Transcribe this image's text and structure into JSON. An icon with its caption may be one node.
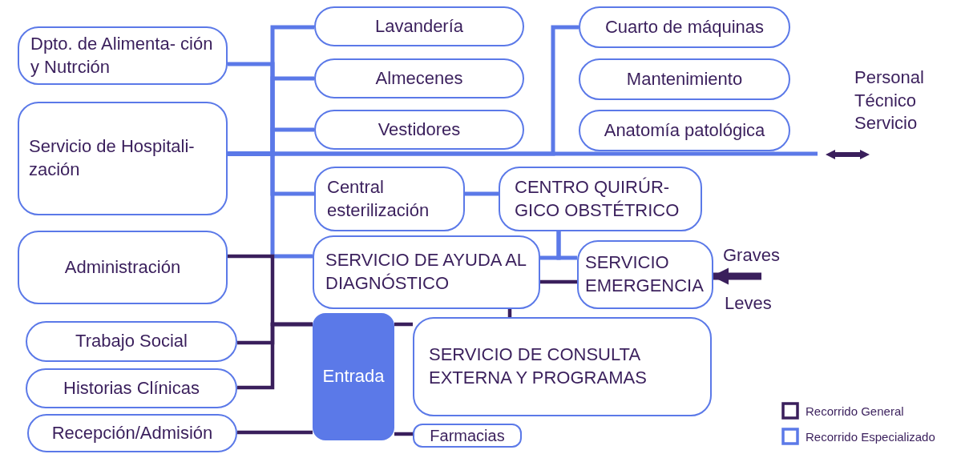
{
  "diagram": {
    "nodes": [
      {
        "text": [
          "Dpto. de Alimenta- ción y Nutrción"
        ]
      },
      {
        "text": [
          "Servicio de  Hospitali- zación"
        ]
      },
      {
        "text": [
          "Administración"
        ]
      },
      {
        "text": [
          "Trabajo Social"
        ]
      },
      {
        "text": [
          "Historias Clínicas"
        ]
      },
      {
        "text": [
          "Recepción/Admisión"
        ]
      },
      {
        "text": [
          "Lavandería"
        ]
      },
      {
        "text": [
          "Almecenes"
        ]
      },
      {
        "text": [
          "Vestidores"
        ]
      },
      {
        "text": [
          "Cuarto de máquinas"
        ]
      },
      {
        "text": [
          "Mantenimiento"
        ]
      },
      {
        "text": [
          "Anatomía patológica"
        ]
      },
      {
        "text": [
          "Personal Técnico Servicio"
        ]
      },
      {
        "text": [
          "Central esterilización"
        ]
      },
      {
        "text": [
          "CENTRO QUIRÚR- GICO OBSTÉTRICO"
        ]
      },
      {
        "text": [
          "SERVICIO DE AYUDA AL DIAGNÓSTICO"
        ]
      },
      {
        "text": [
          "SERVICIO EMERGENCIA"
        ]
      },
      {
        "text": [
          "Entrada"
        ]
      },
      {
        "text": [
          "SERVICIO DE CONSULTA EXTERNA Y PROGRAMAS"
        ]
      },
      {
        "text": [
          "Farmacias"
        ]
      }
    ],
    "edges": [
      {
        "from": 1,
        "to": 0,
        "arrow": "none"
      },
      {
        "from": 1,
        "to": 6,
        "arrow": "none"
      },
      {
        "from": 1,
        "to": 7,
        "arrow": "none"
      },
      {
        "from": 1,
        "to": 8,
        "arrow": "none"
      },
      {
        "from": 1,
        "to": 13,
        "arrow": "none"
      },
      {
        "from": 1,
        "to": 15,
        "arrow": "none"
      },
      {
        "from": 1,
        "to": 9,
        "arrow": "none"
      },
      {
        "from": 1,
        "to": null,
        "arrow": "none"
      },
      {
        "from": 13,
        "to": 14,
        "arrow": "none"
      },
      {
        "from": 14,
        "to": 15,
        "arrow": "none"
      },
      {
        "from": 14,
        "to": 16,
        "arrow": "none"
      },
      {
        "from": 15,
        "to": 16,
        "arrow": "none",
        "color": "#3a1f5c"
      },
      {
        "from": 15,
        "to": 18,
        "arrow": "none",
        "color": "#3a1f5c"
      },
      {
        "from": 17,
        "to": 2,
        "arrow": "none",
        "color": "#3a1f5c"
      },
      {
        "from": 17,
        "to": 3,
        "arrow": "none",
        "color": "#3a1f5c"
      },
      {
        "from": 17,
        "to": 4,
        "arrow": "none",
        "color": "#3a1f5c"
      },
      {
        "from": 17,
        "to": 5,
        "arrow": "none",
        "color": "#3a1f5c"
      },
      {
        "from": 17,
        "to": 18,
        "arrow": "none",
        "color": "#3a1f5c"
      },
      {
        "from": 17,
        "to": 19,
        "arrow": "none",
        "color": "#3a1f5c"
      },
      {
        "from": null,
        "to": 16,
        "arrow": "to",
        "style": "thick",
        "color": "#3a1f5c"
      }
    ],
    "labels": [
      "Graves",
      "Leves"
    ],
    "legend": [
      {
        "text": "Recorrido General",
        "color": "#3a1f5c"
      },
      {
        "text": "Recorrido Especializado",
        "color": "#5b79e8"
      }
    ]
  }
}
